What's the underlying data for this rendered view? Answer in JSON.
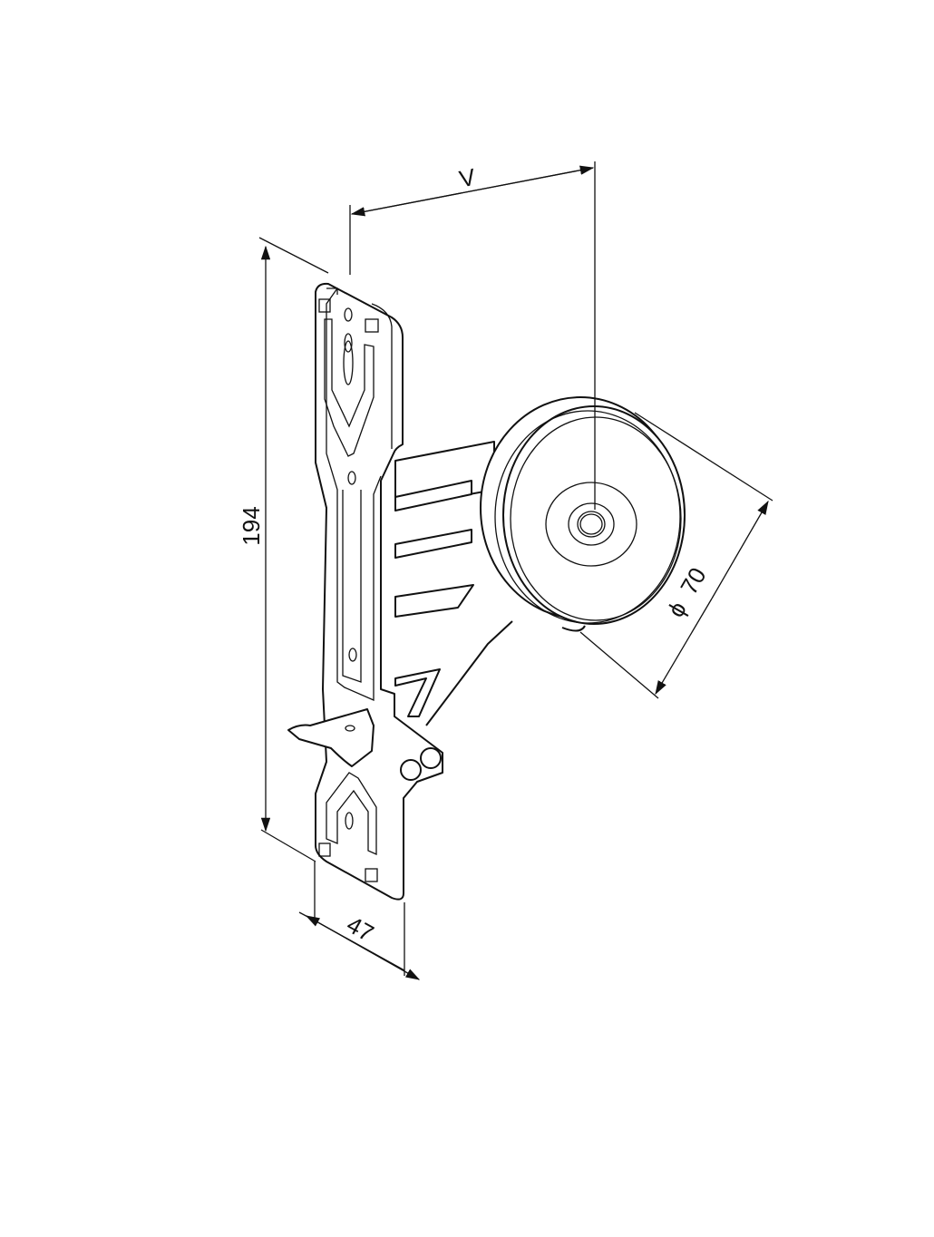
{
  "drawing": {
    "labels": {
      "offset_dimension": "V",
      "height_dimension": "194",
      "width_dimension": "47",
      "diameter_symbol": "ϕ",
      "diameter_dimension": "70"
    },
    "line_color": "#111111",
    "background_color": "#ffffff"
  }
}
